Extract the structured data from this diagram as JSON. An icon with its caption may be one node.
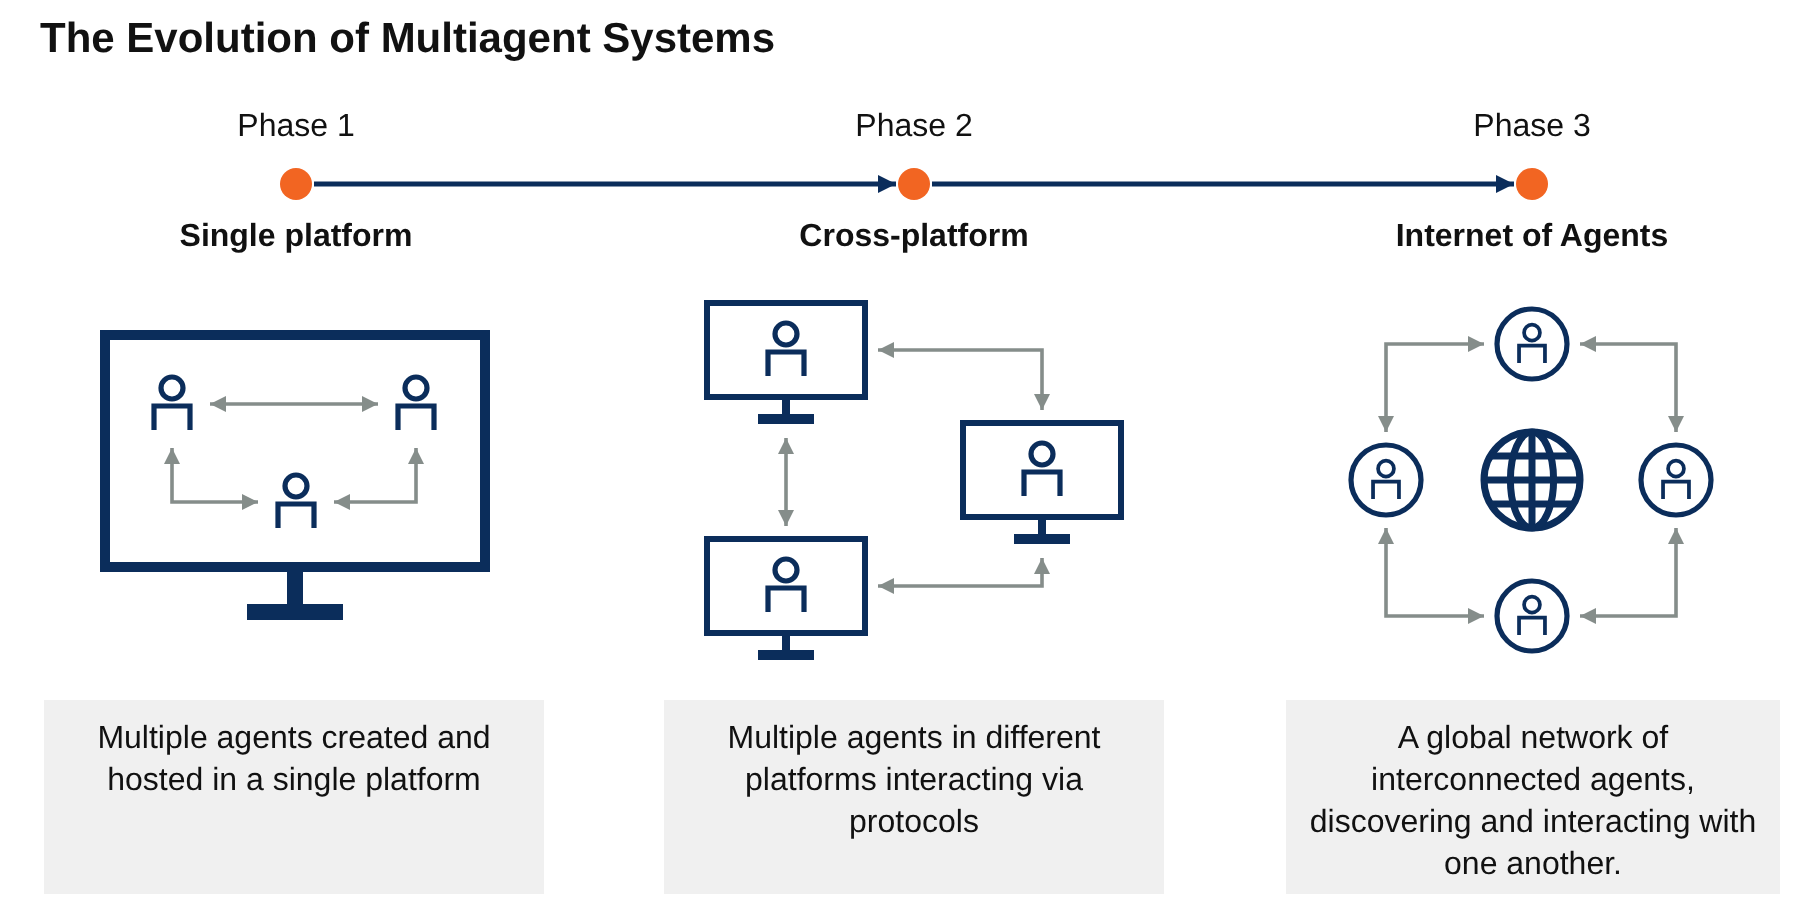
{
  "diagram": {
    "title": "The Evolution of Multiagent Systems",
    "nodes": [
      {
        "text": [],
        "shape": "circle",
        "beside": [
          "Phase 1",
          "Single platform"
        ]
      },
      {
        "text": [],
        "shape": "circle",
        "beside": [
          "Phase 2",
          "Cross-platform"
        ]
      },
      {
        "text": [],
        "shape": "circle",
        "beside": [
          "Phase 3",
          "Internet of Agents"
        ]
      },
      {
        "text": [],
        "shape": "picture"
      },
      {
        "text": [],
        "shape": "person",
        "in": 3
      },
      {
        "text": [],
        "shape": "person",
        "in": 3
      },
      {
        "text": [],
        "shape": "person",
        "in": 3
      },
      {
        "text": [],
        "shape": "picture"
      },
      {
        "text": [],
        "shape": "picture"
      },
      {
        "text": [],
        "shape": "picture"
      },
      {
        "text": [],
        "shape": "person"
      },
      {
        "text": [],
        "shape": "person"
      },
      {
        "text": [],
        "shape": "picture"
      },
      {
        "text": [],
        "shape": "person"
      },
      {
        "text": [],
        "shape": "person"
      },
      {
        "text": [
          "Multiple agents created and hosted in a single platform"
        ]
      },
      {
        "text": [
          "Multiple agents in different platforms interacting via protocols"
        ]
      },
      {
        "text": [
          "A global network of interconnected agents, discovering and interacting with one another."
        ]
      }
    ],
    "edges": [
      {
        "from": 0,
        "to": 1,
        "arrow": "to",
        "color": "#0b2d5b"
      },
      {
        "from": 1,
        "to": 2,
        "arrow": "to",
        "color": "#0b2d5b"
      },
      {
        "from": 4,
        "to": 5,
        "arrow": "both"
      },
      {
        "from": 4,
        "to": 6,
        "arrow": "both"
      },
      {
        "from": 5,
        "to": 6,
        "arrow": "both"
      },
      {
        "from": 7,
        "to": 8,
        "arrow": "both"
      },
      {
        "from": 7,
        "to": 9,
        "arrow": "both"
      },
      {
        "from": 9,
        "to": 8,
        "arrow": "both"
      },
      {
        "from": 10,
        "to": 11,
        "arrow": "both"
      },
      {
        "from": 10,
        "to": 13,
        "arrow": "both"
      },
      {
        "from": 11,
        "to": 14,
        "arrow": "both"
      },
      {
        "from": 13,
        "to": 14,
        "arrow": "both"
      }
    ]
  }
}
